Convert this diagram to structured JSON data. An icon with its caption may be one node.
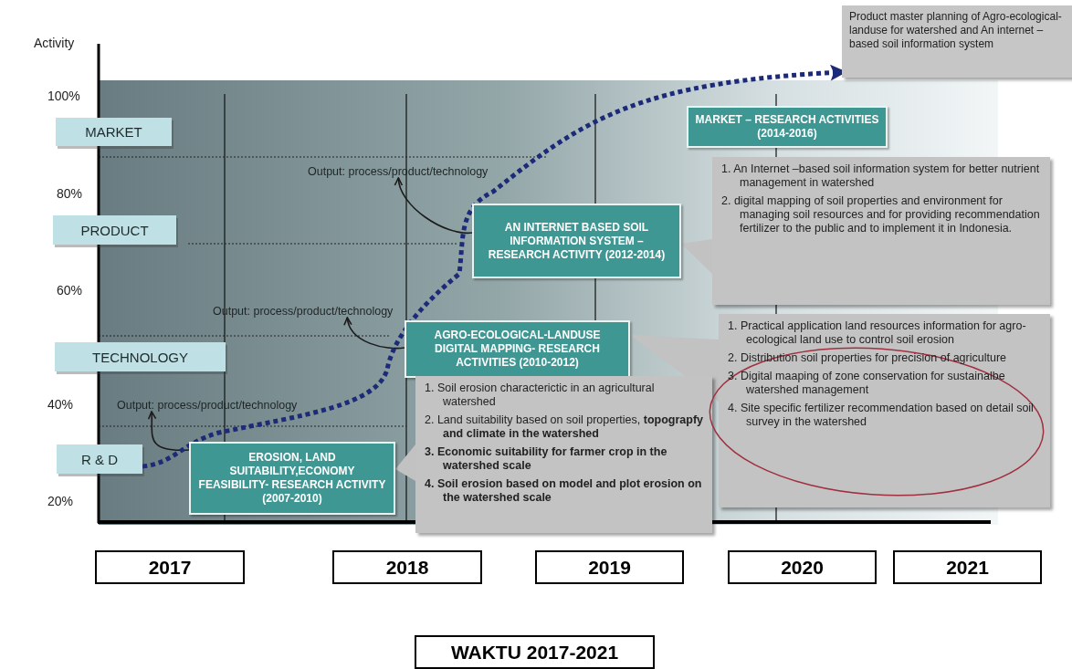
{
  "diagram": {
    "nodes": [
      {
        "text": [
          "MARKET"
        ]
      },
      {
        "text": [
          "PRODUCT"
        ]
      },
      {
        "text": [
          "TECHNOLOGY"
        ]
      },
      {
        "text": [
          "R & D"
        ]
      },
      {
        "text": [
          "EROSION, LAND SUITABILITY,ECONOMY FEASIBILITY- RESEARCH ACTIVITY (2007-2010)"
        ]
      },
      {
        "text": [
          "AGRO-ECOLOGICAL-LANDUSE DIGITAL MAPPING- RESEARCH ACTIVITIES (2010-2012)"
        ]
      },
      {
        "text": [
          "AN INTERNET BASED SOIL INFORMATION SYSTEM – RESEARCH ACTIVITY (2012-2014)"
        ]
      },
      {
        "text": [
          "MARKET – RESEARCH ACTIVITIES (2014-2016)"
        ]
      },
      {
        "text": [
          "Output: process/product/technology"
        ]
      },
      {
        "text": [
          "Output: process/product/technology"
        ]
      },
      {
        "text": [
          "Output: process/product/technology"
        ]
      },
      {
        "text": [
          "1. Soil erosion characterictic in an agricultural watershed",
          "2. Land suitability based on soil properties, **topograpfy and climate in the watershed**",
          "3. Economic suitability for farmer crop in the watershed scale",
          "4. Soil erosion based on model and plot erosion on the watershed scale"
        ]
      },
      {
        "text": [
          "1. Practical application land resources information for agro-ecological land use to control soil erosion",
          "2. Distribution soil properties for precision of agriculture",
          "3. Digital maaping of zone conservation for sustainalbe watershed management",
          "4. Site specific fertilizer recommendation based on detail soil survey in the watershed"
        ]
      },
      {
        "text": [
          "1. An Internet –based soil information system for better nutrient management in watershed",
          "2. digital mapping of soil properties and environment for managing soil resources and for providing recommendation fertilizer to the public and to implement it in Indonesia."
        ]
      },
      {
        "text": [
          "Product master planning of Agro-ecological-landuse for watershed and An internet –based soil information system"
        ]
      },
      {
        "text": [
          "2017"
        ]
      },
      {
        "text": [
          "2018"
        ]
      },
      {
        "text": [
          "2019"
        ]
      },
      {
        "text": [
          "2020"
        ]
      },
      {
        "text": [
          "2021"
        ]
      },
      {
        "text": [
          "WAKTU 2017-2021"
        ]
      }
    ],
    "edges": [
      {
        "from": 4,
        "to": 8,
        "arrow": "to"
      },
      {
        "from": 5,
        "to": 9,
        "arrow": "to"
      },
      {
        "from": 6,
        "to": 10,
        "arrow": "to"
      },
      {
        "from": 11,
        "to": 4,
        "arrow": "to",
        "color": "#c2c2c2"
      },
      {
        "from": 12,
        "to": 5,
        "arrow": "to",
        "color": "#c2c2c2"
      },
      {
        "from": 13,
        "to": 6,
        "arrow": "to",
        "color": "#c2c2c2"
      },
      {
        "from": 3,
        "to": 14,
        "arrow": "to",
        "style": "dashed",
        "color": "#1c2a78"
      }
    ],
    "labels": [
      "Activity",
      "100%",
      "80%",
      "60%",
      "40%",
      "20%"
    ]
  }
}
